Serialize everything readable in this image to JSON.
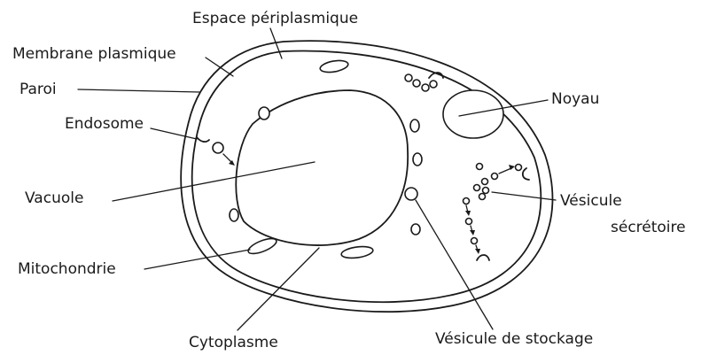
{
  "labels": {
    "espace_periplasmique": "Espace périplasmique",
    "membrane_plasmique": "Membrane plasmique",
    "paroi": "Paroi",
    "endosome": "Endosome",
    "vacuole": "Vacuole",
    "mitochondrie": "Mitochondrie",
    "cytoplasme": "Cytoplasme",
    "vesicule_de_stockage": "Vésicule de stockage",
    "vesicule_secretoire_line1": "Vésicule",
    "vesicule_secretoire_line2": "sécrétoire",
    "noyau": "Noyau"
  },
  "colors": {
    "ink": "#1a1a1a",
    "background": "#ffffff"
  }
}
